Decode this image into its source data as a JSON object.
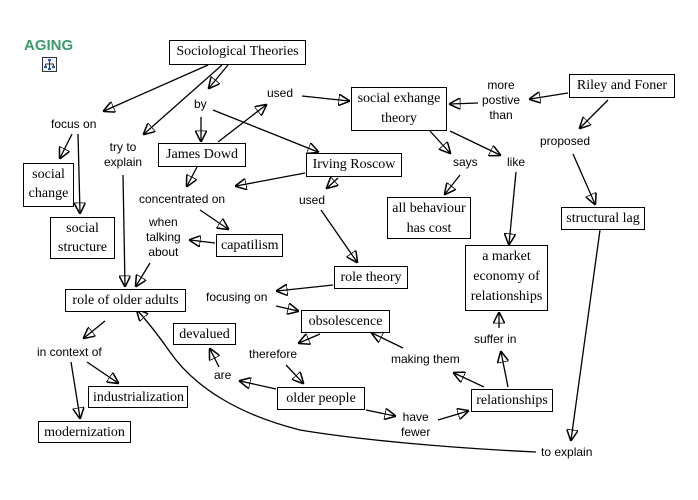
{
  "map": {
    "title": "AGING",
    "icon": "concept-map-icon"
  },
  "concepts": {
    "sociological_theories": "Sociological Theories",
    "social_change": [
      "social",
      "change"
    ],
    "social_structure": [
      "social",
      "structure"
    ],
    "james_dowd": "James Dowd",
    "irving_roscow": "Irving Roscow",
    "social_exchange_theory": [
      "social exhange",
      "theory"
    ],
    "riley_and_foner": "Riley and Foner",
    "all_behaviour_has_cost": [
      "all behaviour",
      "has cost"
    ],
    "structural_lag": "structural lag",
    "capatilism": "capatilism",
    "role_theory": "role theory",
    "market_economy": [
      "a market",
      "economy of",
      "relationships"
    ],
    "role_of_older_adults": "role of older adults",
    "devalued": "devalued",
    "obsolescence": "obsolescence",
    "industrialization": "industrialization",
    "older_people": "older people",
    "relationships": "relationships",
    "modernization": "modernization"
  },
  "links": {
    "focus_on": "focus on",
    "try_to_explain": [
      "try to",
      "explain"
    ],
    "by": "by",
    "used_1": "used",
    "more_postive_than": [
      "more",
      "postive",
      "than"
    ],
    "proposed": "proposed",
    "says": "says",
    "like": "like",
    "concentrated_on": "concentrated on",
    "used_2": "used",
    "when_talking_about": [
      "when",
      "talking",
      "about"
    ],
    "focusing_on": "focusing on",
    "suffer_in": "suffer in",
    "in_context_of": "in context of",
    "therefore": "therefore",
    "making_them": "making them",
    "are": "are",
    "have_fewer": [
      "have",
      "fewer"
    ],
    "to_explain": "to explain"
  }
}
